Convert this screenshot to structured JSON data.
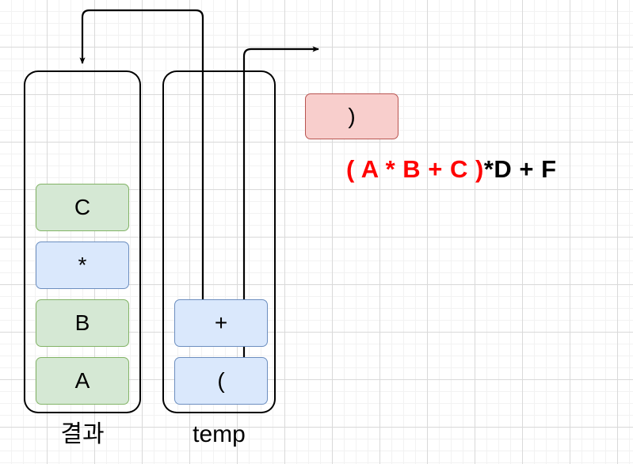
{
  "diagram": {
    "title_expression": {
      "highlighted_part": "( A * B + C )",
      "remaining_part": "*D + F",
      "highlight_color": "#ff0000",
      "remaining_color": "#000000"
    },
    "current_token": {
      "label": ")",
      "fill": "#f8cecc",
      "border": "#b85450"
    },
    "stacks": [
      {
        "id": "result",
        "label": "결과",
        "items": [
          {
            "label": "C",
            "kind": "operand",
            "fill": "#d5e8d4",
            "border": "#82b366"
          },
          {
            "label": "*",
            "kind": "operator",
            "fill": "#dae8fc",
            "border": "#6c8ebf"
          },
          {
            "label": "B",
            "kind": "operand",
            "fill": "#d5e8d4",
            "border": "#82b366"
          },
          {
            "label": "A",
            "kind": "operand",
            "fill": "#d5e8d4",
            "border": "#82b366"
          }
        ]
      },
      {
        "id": "temp",
        "label": "temp",
        "items": [
          {
            "label": "+",
            "kind": "operator",
            "fill": "#dae8fc",
            "border": "#6c8ebf"
          },
          {
            "label": "(",
            "kind": "paren",
            "fill": "#dae8fc",
            "border": "#6c8ebf"
          }
        ]
      }
    ],
    "arrows": [
      {
        "id": "pop-plus-to-result",
        "from": "temp.+",
        "to": "result"
      },
      {
        "id": "pop-open-paren-discard",
        "from": "temp.(",
        "to": "discard"
      }
    ]
  }
}
